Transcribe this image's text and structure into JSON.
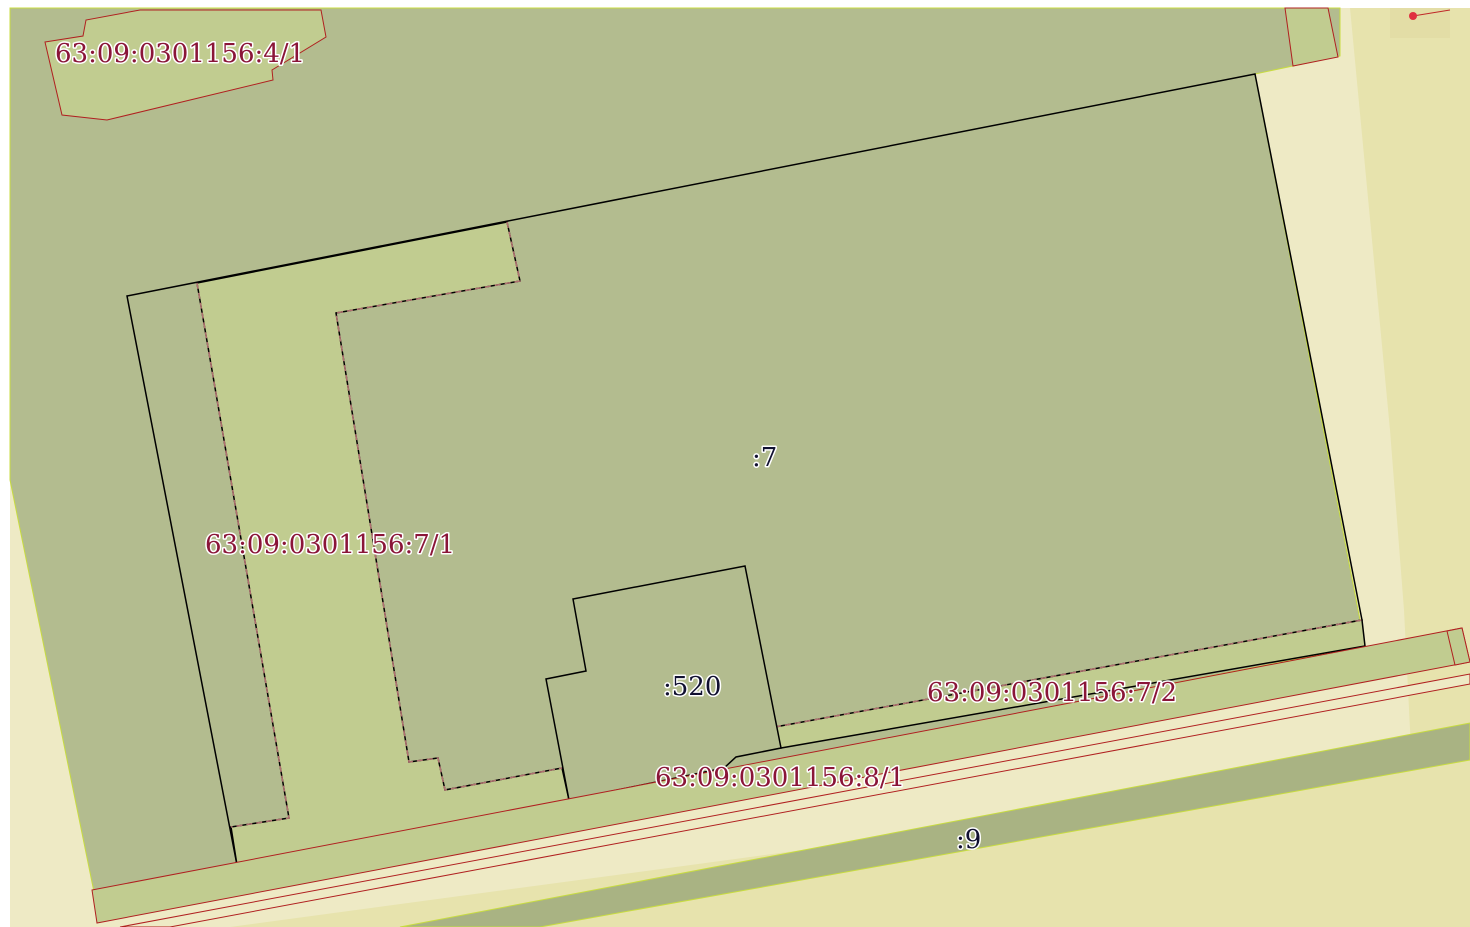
{
  "map": {
    "colors": {
      "parcel_fill": "#b3bc8f",
      "part_fill": "#c1cc90",
      "road_fill": "#eeeac5",
      "zone_fill": "#e7e3ad",
      "street_fill": "#a9b383",
      "part_border": "#b02020",
      "parcel_border": "#000000",
      "zone_border": "#c8dc40"
    },
    "labels": {
      "part_4_1": "63:09:0301156:4/1",
      "part_7_1": "63:09:0301156:7/1",
      "part_7_2": "63:09:0301156:7/2",
      "part_8_1": "63:09:0301156:8/1",
      "parcel_7": ":7",
      "parcel_520": ":520",
      "parcel_9": ":9"
    }
  }
}
